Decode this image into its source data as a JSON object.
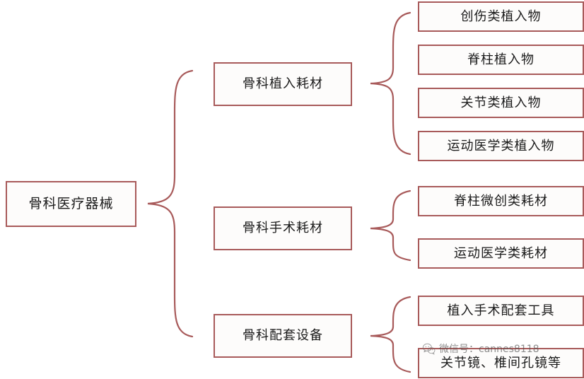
{
  "diagram": {
    "root": {
      "label": "骨科医疗器械"
    },
    "branches": [
      {
        "label": "骨科植入耗材",
        "children": [
          {
            "label": "创伤类植入物"
          },
          {
            "label": "脊柱植入物"
          },
          {
            "label": "关节类植入物"
          },
          {
            "label": "运动医学类植入物"
          }
        ]
      },
      {
        "label": "骨科手术耗材",
        "children": [
          {
            "label": "脊柱微创类耗材"
          },
          {
            "label": "运动医学类耗材"
          }
        ]
      },
      {
        "label": "骨科配套设备",
        "children": [
          {
            "label": "植入手术配套工具"
          },
          {
            "label": "关节镜、椎间孔镜等"
          }
        ]
      }
    ]
  },
  "watermark": {
    "text": "微信号：cannes8118",
    "icon": "wechat-logo-icon"
  },
  "colors": {
    "border": "#a85a5a",
    "box_fill": "#fdfcfb",
    "text": "#1a1a1a",
    "background": "#ffffff"
  }
}
